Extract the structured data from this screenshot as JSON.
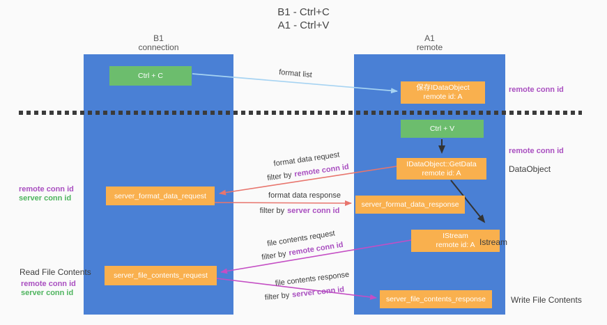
{
  "title": {
    "line1": "B1 - Ctrl+C",
    "line2": "A1 - Ctrl+V"
  },
  "columns": {
    "left": {
      "name": "B1",
      "subtitle": "connection"
    },
    "right": {
      "name": "A1",
      "subtitle": "remote"
    }
  },
  "nodes": {
    "ctrl_c": {
      "label": "Ctrl + C"
    },
    "save_idataobject": {
      "line1": "保存IDataObject",
      "line2": "remote id: A"
    },
    "ctrl_v": {
      "label": "Ctrl + V"
    },
    "getdata": {
      "line1": "IDataObject::GetData",
      "line2": "remote id: A"
    },
    "server_format_data_request": {
      "label": "server_format_data_request"
    },
    "server_format_data_response": {
      "label": "server_format_data_response"
    },
    "istream": {
      "line1": "IStream",
      "line2": "remote id: A"
    },
    "server_file_contents_request": {
      "label": "server_file_contents_request"
    },
    "server_file_contents_response": {
      "label": "server_file_contents_response"
    }
  },
  "arrow_labels": {
    "format_list": "format list",
    "format_data_request": "format data request",
    "format_data_request_filter_prefix": "filter by",
    "format_data_request_filter_key": "remote conn id",
    "format_data_response": "format data response",
    "format_data_response_filter_prefix": "filter by",
    "format_data_response_filter_key": "server conn id",
    "file_contents_request": "file contents request",
    "file_contents_request_filter_prefix": "filter by",
    "file_contents_request_filter_key": "remote conn id",
    "file_contents_response": "file contents response",
    "file_contents_response_filter_prefix": "filter by",
    "file_contents_response_filter_key": "server conn id"
  },
  "side_labels": {
    "right_top_remote_conn_id": "remote conn id",
    "right_mid_remote_conn_id": "remote conn id",
    "dataobject": "DataObject",
    "istream": "Istream",
    "write_file_contents": "Write File Contents",
    "left_format_remote_conn_id": "remote conn id",
    "left_format_server_conn_id": "server conn id",
    "read_file_contents": "Read File Contents",
    "left_file_remote_conn_id": "remote conn id",
    "left_file_server_conn_id": "server conn id"
  },
  "colors": {
    "column_blue": "#4a80d5",
    "node_green": "#6cbd6d",
    "node_orange": "#f9b04e",
    "arrow_light_blue": "#a6d3f2",
    "arrow_salmon": "#e8756d",
    "arrow_magenta": "#c44ec4",
    "arrow_black": "#333333",
    "text_purple": "#a94fc0",
    "text_green": "#4eb45e",
    "background": "#fafafa"
  }
}
